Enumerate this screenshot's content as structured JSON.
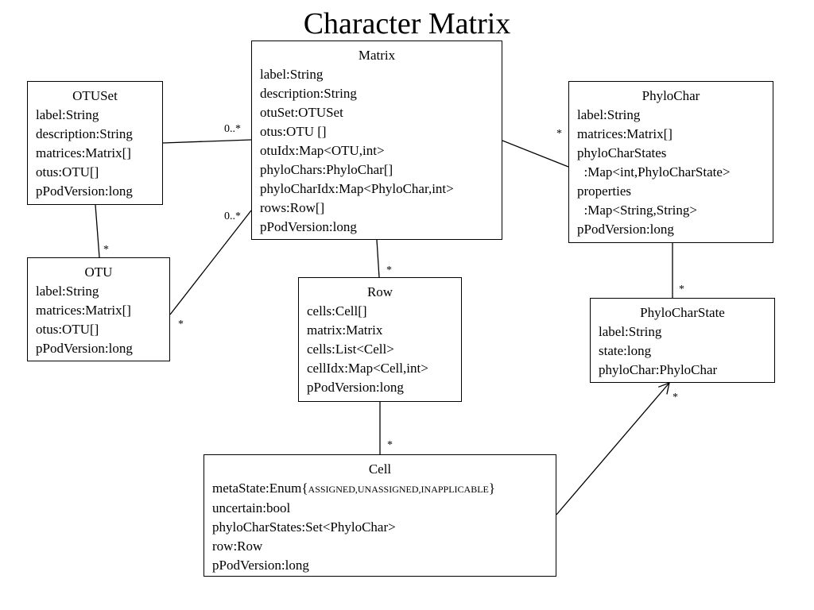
{
  "title": "Character Matrix",
  "classes": {
    "matrix": {
      "name": "Matrix",
      "attributes": [
        "label:String",
        "description:String",
        "otuSet:OTUSet",
        "otus:OTU []",
        "otuIdx:Map<OTU,int>",
        "phyloChars:PhyloChar[]",
        "phyloCharIdx:Map<PhyloChar,int>",
        "rows:Row[]",
        "pPodVersion:long"
      ]
    },
    "otuset": {
      "name": "OTUSet",
      "attributes": [
        "label:String",
        "description:String",
        "matrices:Matrix[]",
        "otus:OTU[]",
        "pPodVersion:long"
      ]
    },
    "otu": {
      "name": "OTU",
      "attributes": [
        "label:String",
        "matrices:Matrix[]",
        "otus:OTU[]",
        "pPodVersion:long"
      ]
    },
    "phylochar": {
      "name": "PhyloChar",
      "attributes": [
        "label:String",
        "matrices:Matrix[]",
        "phyloCharStates",
        "  :Map<int,PhyloCharState>",
        "properties",
        "  :Map<String,String>",
        "pPodVersion:long"
      ]
    },
    "row": {
      "name": "Row",
      "attributes": [
        "cells:Cell[]",
        "matrix:Matrix",
        "cells:List<Cell>",
        "cellIdx:Map<Cell,int>",
        "pPodVersion:long"
      ]
    },
    "phylocharstate": {
      "name": "PhyloCharState",
      "attributes": [
        "label:String",
        "state:long",
        "phyloChar:PhyloChar"
      ]
    },
    "cell": {
      "name": "Cell",
      "meta_state_prefix": "metaState:Enum{",
      "meta_state_values": "ASSIGNED,UNASSIGNED,INAPPLICABLE",
      "meta_state_suffix": "}",
      "attributes": [
        "uncertain:bool",
        "phyloCharStates:Set<PhyloChar>",
        "row:Row",
        "pPodVersion:long"
      ]
    }
  },
  "multiplicities": {
    "otuset_matrix": "0..*",
    "otu_matrix_top": "0..*",
    "otu_matrix_bottom": "*",
    "otuset_otu": "*",
    "matrix_phylochar": "*",
    "matrix_row": "*",
    "phylochar_state": "*",
    "row_cell": "*",
    "cell_state": "*"
  }
}
